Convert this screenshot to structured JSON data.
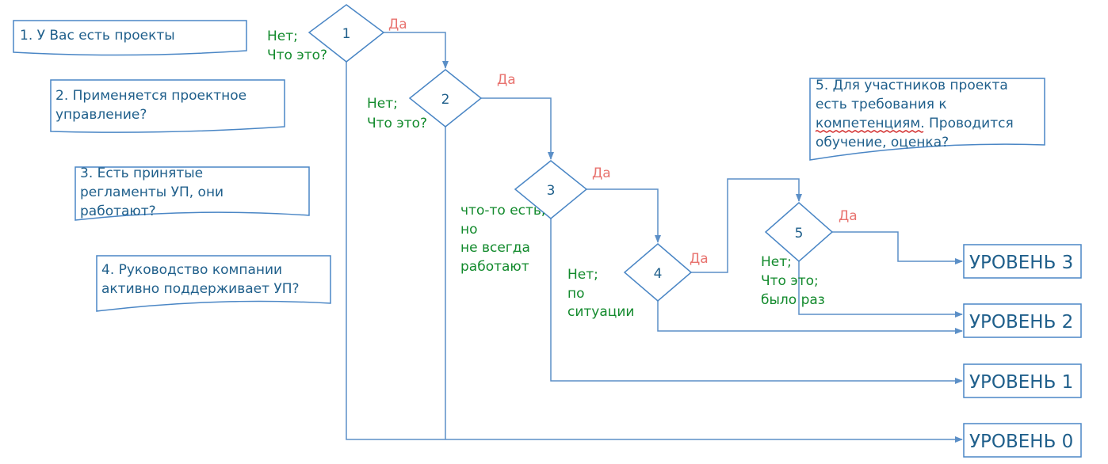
{
  "questions": [
    {
      "lines": [
        "1. У Вас есть проекты"
      ]
    },
    {
      "lines": [
        "2. Применяется проектное",
        "управление?"
      ]
    },
    {
      "lines": [
        "3. Есть принятые",
        "регламенты УП, они",
        "работают?"
      ]
    },
    {
      "lines": [
        "4. Руководство компании",
        "активно поддерживает УП?"
      ]
    },
    {
      "lines": [
        "5. Для участников проекта",
        "есть требования к",
        "компетенциям. Проводится",
        "обучение, оценка?"
      ]
    }
  ],
  "nodes": [
    "1",
    "2",
    "3",
    "4",
    "5"
  ],
  "yes_label": "Да",
  "no_labels": [
    {
      "lines": [
        "Нет;",
        "Что это?"
      ]
    },
    {
      "lines": [
        "Нет;",
        "Что это?"
      ]
    },
    {
      "lines": [
        "что-то есть,",
        "но",
        "не всегда",
        "работают"
      ]
    },
    {
      "lines": [
        "Нет;",
        "по",
        "ситуации"
      ]
    },
    {
      "lines": [
        "Нет;",
        "Что это;",
        "было раз"
      ]
    }
  ],
  "levels": [
    "УРОВЕНЬ 3",
    "УРОВЕНЬ 2",
    "УРОВЕНЬ 1",
    "УРОВЕНЬ 0"
  ],
  "colors": {
    "box_stroke": "#4a86c5",
    "text": "#1f5f8b",
    "yes": "#e8736f",
    "no": "#128a2c",
    "edge": "#5b8fc7"
  }
}
